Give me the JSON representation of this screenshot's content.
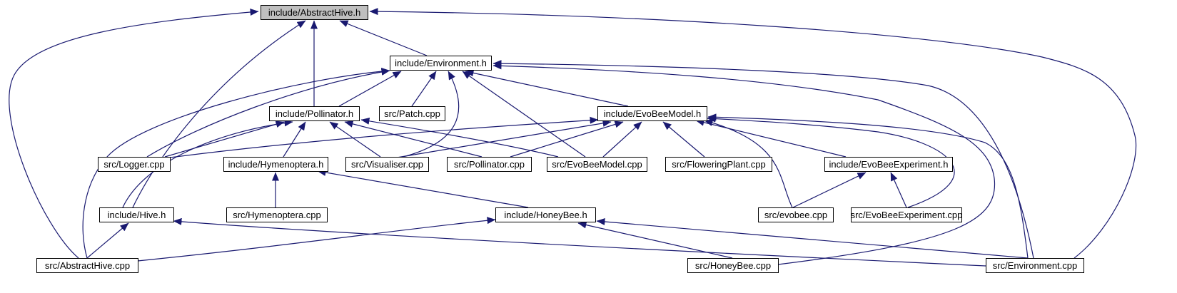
{
  "colors": {
    "edge": "#191970",
    "node_fill": "#ffffff",
    "root_fill": "#bfbfbf",
    "node_border": "#000000"
  },
  "nodes": [
    {
      "id": "abstracthive_h",
      "label": "include/AbstractHive.h",
      "root": true
    },
    {
      "id": "environment_h",
      "label": "include/Environment.h"
    },
    {
      "id": "pollinator_h",
      "label": "include/Pollinator.h"
    },
    {
      "id": "patch_cpp",
      "label": "src/Patch.cpp"
    },
    {
      "id": "evobeemodel_h",
      "label": "include/EvoBeeModel.h"
    },
    {
      "id": "logger_cpp",
      "label": "src/Logger.cpp"
    },
    {
      "id": "hymenoptera_h",
      "label": "include/Hymenoptera.h"
    },
    {
      "id": "visualiser_cpp",
      "label": "src/Visualiser.cpp"
    },
    {
      "id": "pollinator_cpp",
      "label": "src/Pollinator.cpp"
    },
    {
      "id": "evobeemodel_cpp",
      "label": "src/EvoBeeModel.cpp"
    },
    {
      "id": "floweringplant_cpp",
      "label": "src/FloweringPlant.cpp"
    },
    {
      "id": "evobeeexperiment_h",
      "label": "include/EvoBeeExperiment.h"
    },
    {
      "id": "hive_h",
      "label": "include/Hive.h"
    },
    {
      "id": "hymenoptera_cpp",
      "label": "src/Hymenoptera.cpp"
    },
    {
      "id": "honeybee_h",
      "label": "include/HoneyBee.h"
    },
    {
      "id": "evobee_cpp",
      "label": "src/evobee.cpp"
    },
    {
      "id": "evobeeexperiment_cpp",
      "label": "src/EvoBeeExperiment.cpp"
    },
    {
      "id": "abstracthive_cpp",
      "label": "src/AbstractHive.cpp"
    },
    {
      "id": "honeybee_cpp",
      "label": "src/HoneyBee.cpp"
    },
    {
      "id": "environment_cpp",
      "label": "src/Environment.cpp"
    }
  ],
  "edges": [
    {
      "from": "environment_h",
      "to": "abstracthive_h"
    },
    {
      "from": "pollinator_h",
      "to": "abstracthive_h"
    },
    {
      "from": "hive_h",
      "to": "abstracthive_h"
    },
    {
      "from": "abstracthive_cpp",
      "to": "abstracthive_h"
    },
    {
      "from": "environment_cpp",
      "to": "abstracthive_h"
    },
    {
      "from": "pollinator_h",
      "to": "environment_h"
    },
    {
      "from": "patch_cpp",
      "to": "environment_h"
    },
    {
      "from": "evobeemodel_h",
      "to": "environment_h"
    },
    {
      "from": "logger_cpp",
      "to": "environment_h"
    },
    {
      "from": "visualiser_cpp",
      "to": "environment_h"
    },
    {
      "from": "evobeemodel_cpp",
      "to": "environment_h"
    },
    {
      "from": "abstracthive_cpp",
      "to": "environment_h"
    },
    {
      "from": "honeybee_cpp",
      "to": "environment_h"
    },
    {
      "from": "environment_cpp",
      "to": "environment_h"
    },
    {
      "from": "logger_cpp",
      "to": "pollinator_h"
    },
    {
      "from": "hymenoptera_h",
      "to": "pollinator_h"
    },
    {
      "from": "visualiser_cpp",
      "to": "pollinator_h"
    },
    {
      "from": "pollinator_cpp",
      "to": "pollinator_h"
    },
    {
      "from": "evobeemodel_cpp",
      "to": "pollinator_h"
    },
    {
      "from": "hive_h",
      "to": "pollinator_h"
    },
    {
      "from": "logger_cpp",
      "to": "evobeemodel_h"
    },
    {
      "from": "visualiser_cpp",
      "to": "evobeemodel_h"
    },
    {
      "from": "pollinator_cpp",
      "to": "evobeemodel_h"
    },
    {
      "from": "evobeemodel_cpp",
      "to": "evobeemodel_h"
    },
    {
      "from": "floweringplant_cpp",
      "to": "evobeemodel_h"
    },
    {
      "from": "evobeeexperiment_h",
      "to": "evobeemodel_h"
    },
    {
      "from": "evobee_cpp",
      "to": "evobeemodel_h"
    },
    {
      "from": "evobeeexperiment_cpp",
      "to": "evobeemodel_h"
    },
    {
      "from": "environment_cpp",
      "to": "evobeemodel_h"
    },
    {
      "from": "hymenoptera_cpp",
      "to": "hymenoptera_h"
    },
    {
      "from": "honeybee_h",
      "to": "hymenoptera_h"
    },
    {
      "from": "evobee_cpp",
      "to": "evobeeexperiment_h"
    },
    {
      "from": "evobeeexperiment_cpp",
      "to": "evobeeexperiment_h"
    },
    {
      "from": "abstracthive_cpp",
      "to": "hive_h"
    },
    {
      "from": "environment_cpp",
      "to": "hive_h"
    },
    {
      "from": "abstracthive_cpp",
      "to": "honeybee_h"
    },
    {
      "from": "honeybee_cpp",
      "to": "honeybee_h"
    },
    {
      "from": "environment_cpp",
      "to": "honeybee_h"
    }
  ]
}
